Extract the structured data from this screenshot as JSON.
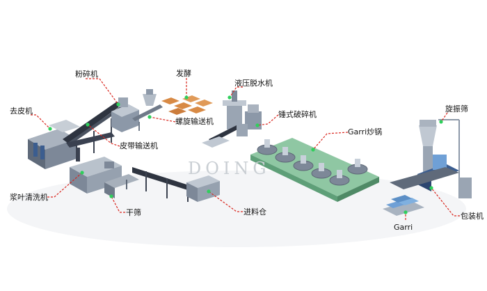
{
  "labels": {
    "peeler": "去皮机",
    "crusher": "粉碎机",
    "ferment": "发酵",
    "hydraulic_press": "液压脱水机",
    "screw_conveyor": "螺旋输送机",
    "hammer_mill": "锤式破碎机",
    "garri_fryer": "Garri炒锅",
    "vibrating_sieve": "旋振筛",
    "belt_conveyor": "皮带输送机",
    "paddle_washer": "浆叶清洗机",
    "dry_sieve": "干筛",
    "feed_bin": "进料仓",
    "garri": "Garri",
    "packing_machine": "包装机"
  },
  "watermark": "DOING",
  "colors": {
    "leader": "#d9241c",
    "marker": "#2fcf5c",
    "machine_steel": "#8c98a8",
    "machine_blue": "#3b5d8f",
    "conveyor_dark": "#2e3440",
    "fryer_green": "#6fae8a",
    "ferment_orange": "#d88a45",
    "bag_blue": "#6fa0d6"
  }
}
